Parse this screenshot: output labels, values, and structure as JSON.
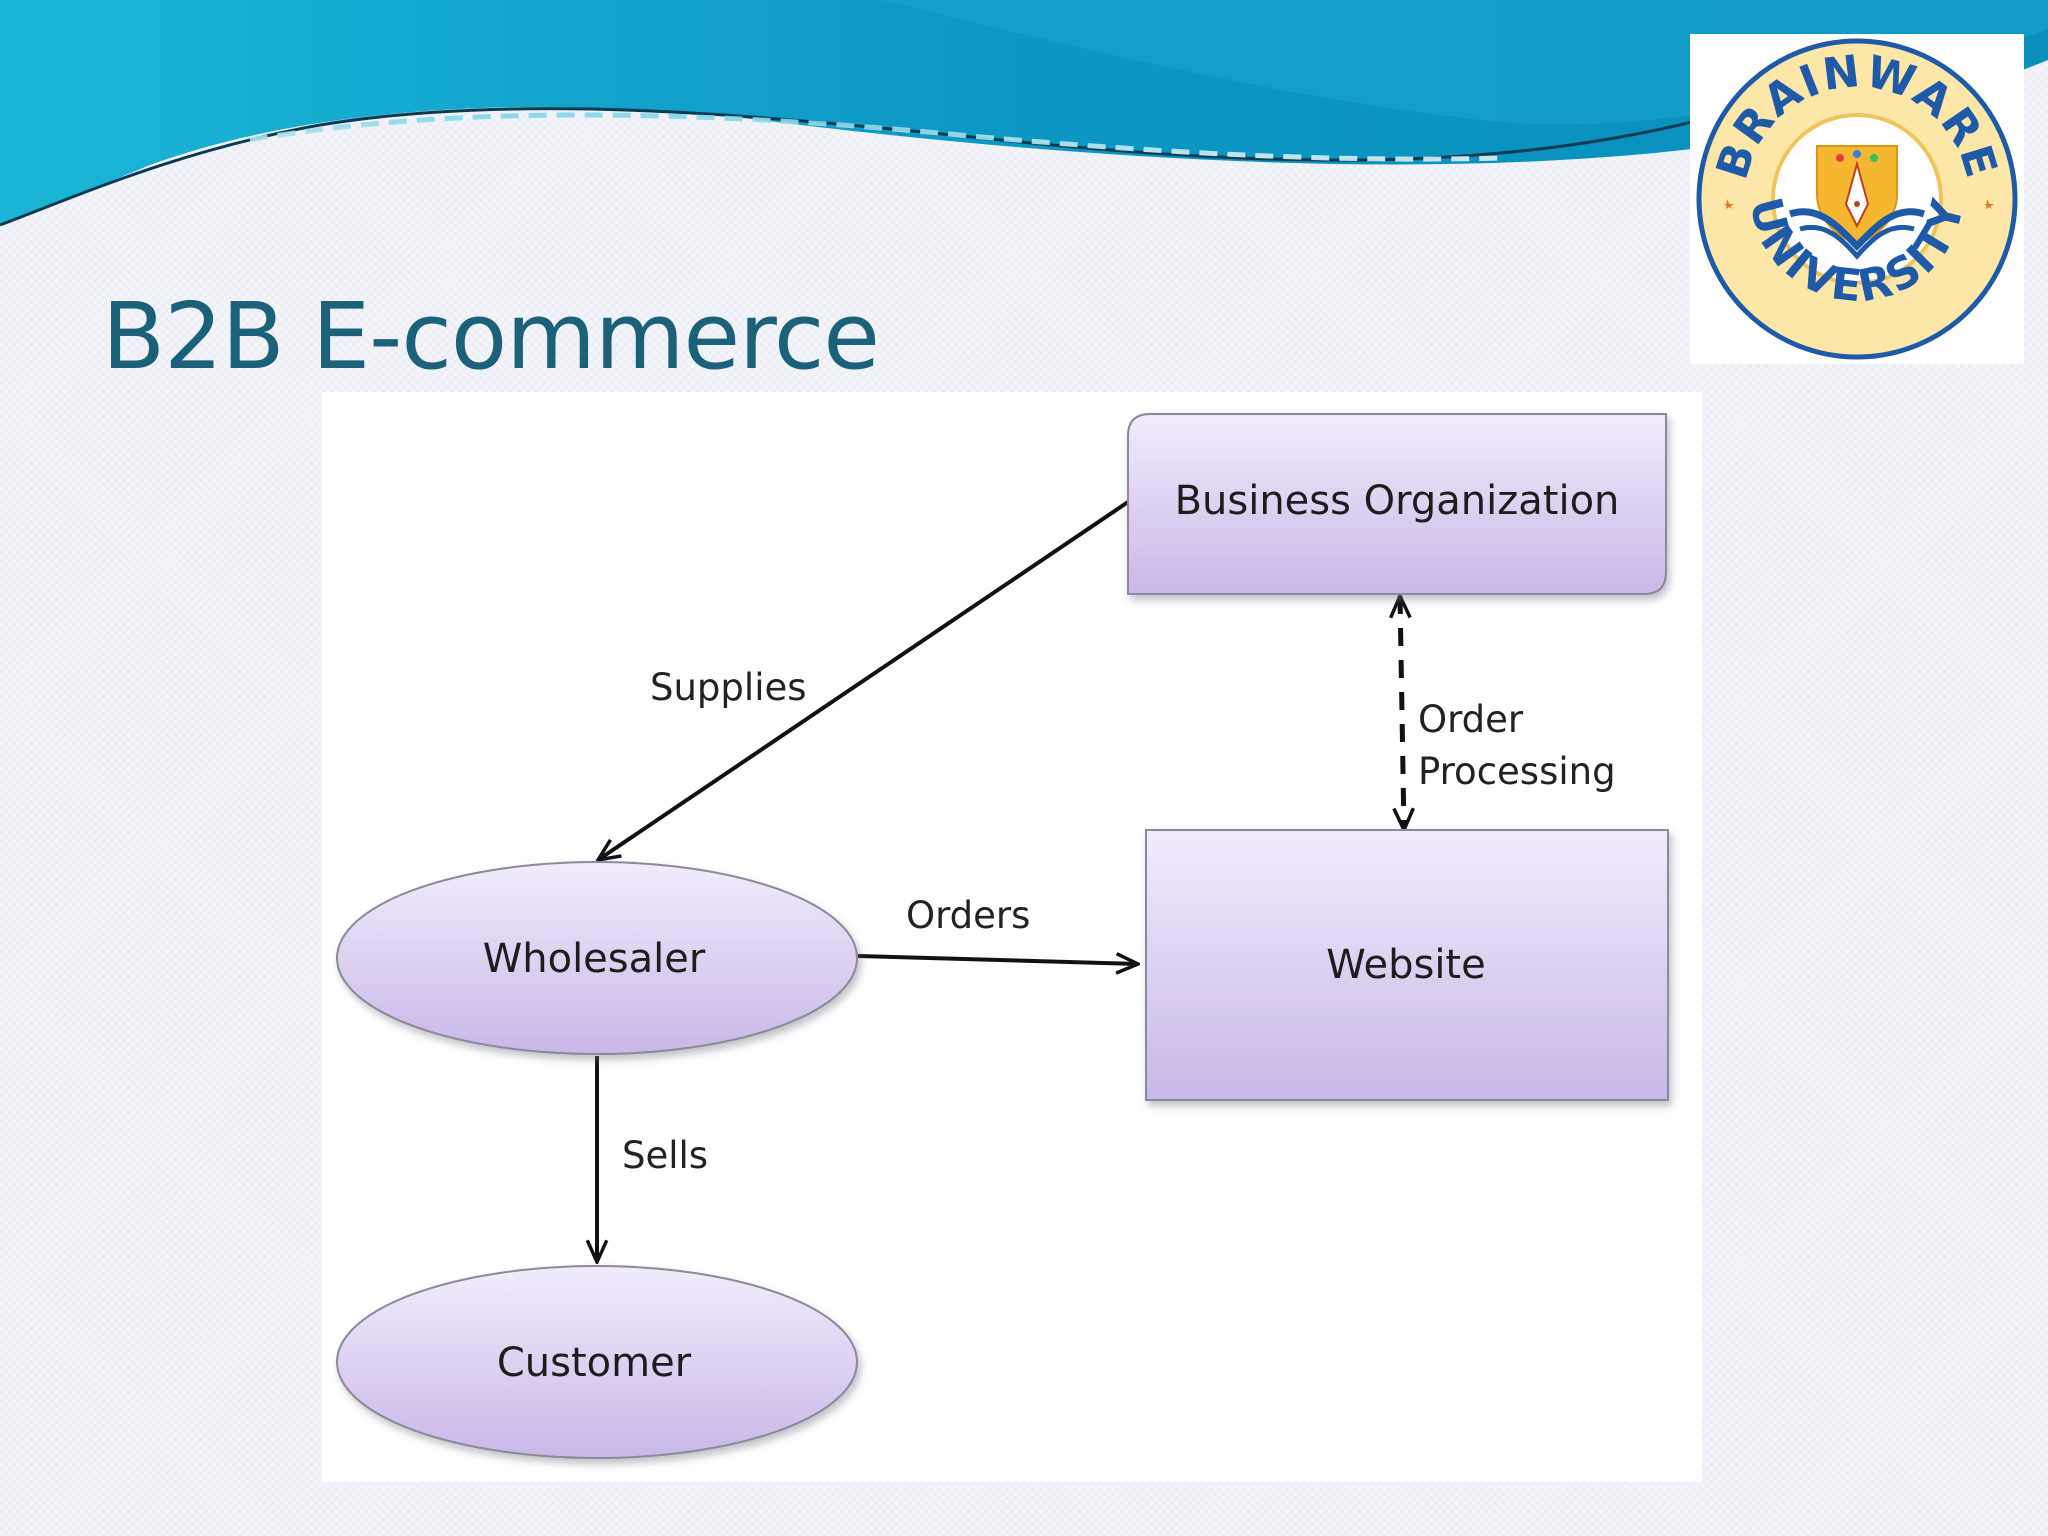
{
  "slide": {
    "title": "B2B E-commerce"
  },
  "logo": {
    "name_top": "BRAINWARE",
    "name_bottom": "UNIVERSITY",
    "ring_color": "#1f5aa8",
    "accent_color": "#f5a31a"
  },
  "diagram": {
    "nodes": {
      "business_org": "Business Organization",
      "website": "Website",
      "wholesaler": "Wholesaler",
      "customer": "Customer"
    },
    "edges": {
      "supplies": "Supplies",
      "order_processing_line1": "Order",
      "order_processing_line2": "Processing",
      "orders": "Orders",
      "sells": "Sells"
    },
    "node_fill_top": "#f1ecfb",
    "node_fill_bottom": "#c9b8e8",
    "node_stroke": "#8a8a9a"
  },
  "theme": {
    "title_color": "#1a6179",
    "wave_color": "#0fa3c9"
  }
}
